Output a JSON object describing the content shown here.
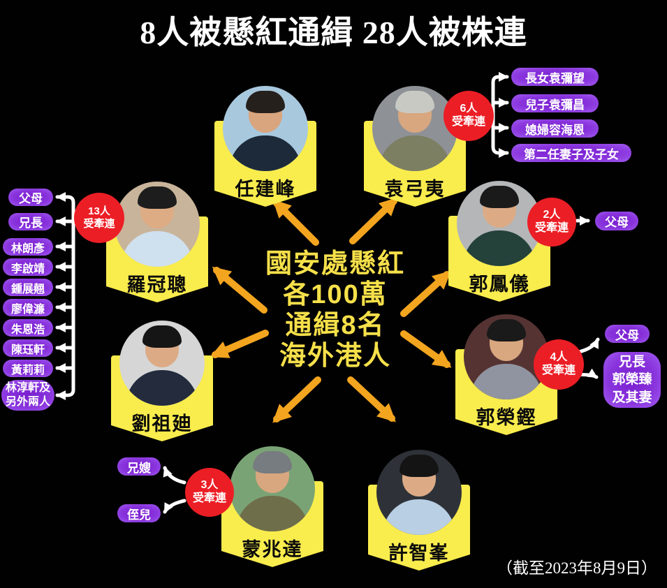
{
  "title": "8人被懸紅通緝 28人被株連",
  "footer_note": "（截至2023年8月9日）",
  "center_text": {
    "line1": "國安處懸紅",
    "line2": "各100萬",
    "line3": "通緝8名",
    "line4": "海外港人"
  },
  "colors": {
    "background": "#010101",
    "headline_white": "#FFFFFF",
    "center_yellow": "#F6E04A",
    "banner_yellow": "#F9EC4D",
    "arrow_orange": "#F3A51F",
    "impact_red": "#EC1E25",
    "pill_purple": "#8833DC"
  },
  "people": [
    {
      "name": "任建峰",
      "portrait": "--bg:#a8c8de;--hair:#26201c;--skin:#d9a57e;--torso:#1c2a3a"
    },
    {
      "name": "袁弓夷",
      "impact_badge": "6人\n受牽連",
      "relatives": [
        "長女袁彌望",
        "兒子袁彌昌",
        "媳婦容海恩",
        "第二任妻子及子女"
      ],
      "portrait": "--bg:#8e9296;--hair:#c9c9c4;--skin:#d8a77f;--torso:#7c7f62"
    },
    {
      "name": "郭鳳儀",
      "impact_badge": "2人\n受牽連",
      "relatives": [
        "父母"
      ],
      "portrait": "--bg:#b4b6b8;--hair:#1a1a1a;--skin:#dcab86;--torso:#24413a"
    },
    {
      "name": "郭榮鏗",
      "impact_badge": "4人\n受牽連",
      "relatives": [
        "父母",
        "兄長\n郭榮臻\n及其妻"
      ],
      "portrait": "--bg:#553333;--hair:#1a1a1a;--skin:#d8a77f;--torso:#9094a0"
    },
    {
      "name": "羅冠聰",
      "impact_badge": "13人\n受牽連",
      "relatives": [
        "父母",
        "兄長",
        "林朗彥",
        "李啟靖",
        "鍾展翹",
        "廖偉濂",
        "朱恩浩",
        "陳珏軒",
        "黃莉莉",
        "林淳軒及\n另外兩人"
      ],
      "portrait": "--bg:#c8b49a;--hair:#1d1d1d;--skin:#deac84;--torso:#cfe0ee"
    },
    {
      "name": "劉祖廸",
      "portrait": "--bg:#d6d6d6;--hair:#151515;--skin:#dcab86;--torso:#232b3d"
    },
    {
      "name": "蒙兆達",
      "impact_badge": "3人\n受牽連",
      "relatives": [
        "兄嫂",
        "侄兒"
      ],
      "portrait": "--bg:#7aa375;--hair:#777c80;--skin:#d8a77f;--torso:#6f6e4a"
    },
    {
      "name": "許智峯",
      "portrait": "--bg:#2e3238;--hair:#141414;--skin:#dcab86;--torso:#b9cfe4"
    }
  ]
}
